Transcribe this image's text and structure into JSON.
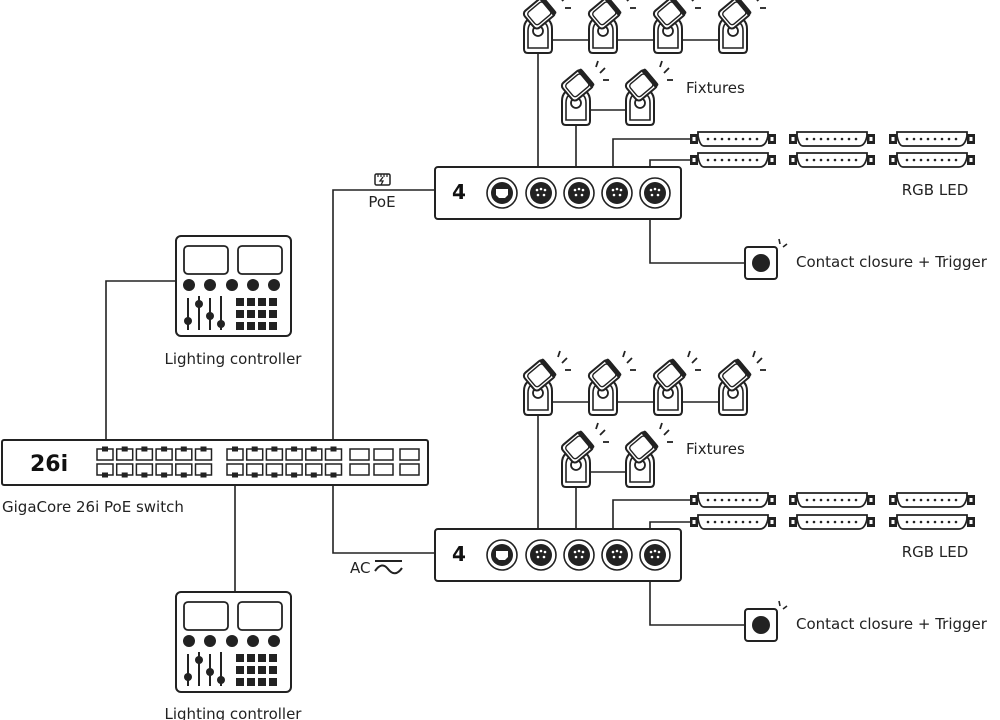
{
  "diagram": {
    "title": "GigaCore 26i PoE network lighting topology",
    "switch": {
      "model_label": "26i",
      "caption": "GigaCore 26i PoE switch",
      "rj45_ports": 24,
      "sfp_ports": 6
    },
    "controllers": [
      {
        "caption": "Lighting controller"
      },
      {
        "caption": "Lighting controller"
      }
    ],
    "nodes": [
      {
        "number": "4",
        "power_label": "PoE",
        "power_icon": "poe-plug-icon",
        "connectors": [
          "ethercon",
          "xlr5",
          "xlr5",
          "xlr5",
          "xlr5"
        ],
        "fixtures_label": "Fixtures",
        "fixtures_count": 6,
        "led_label": "RGB LED",
        "led_count": 6,
        "trigger_label": "Contact closure + Trigger"
      },
      {
        "number": "4",
        "power_label": "AC",
        "power_icon": "ac-sine-icon",
        "connectors": [
          "ethercon",
          "xlr5",
          "xlr5",
          "xlr5",
          "xlr5"
        ],
        "fixtures_label": "Fixtures",
        "fixtures_count": 6,
        "led_label": "RGB LED",
        "led_count": 6,
        "trigger_label": "Contact closure + Trigger"
      }
    ]
  },
  "colors": {
    "stroke": "#222222",
    "text": "#222222",
    "background": "#ffffff"
  }
}
